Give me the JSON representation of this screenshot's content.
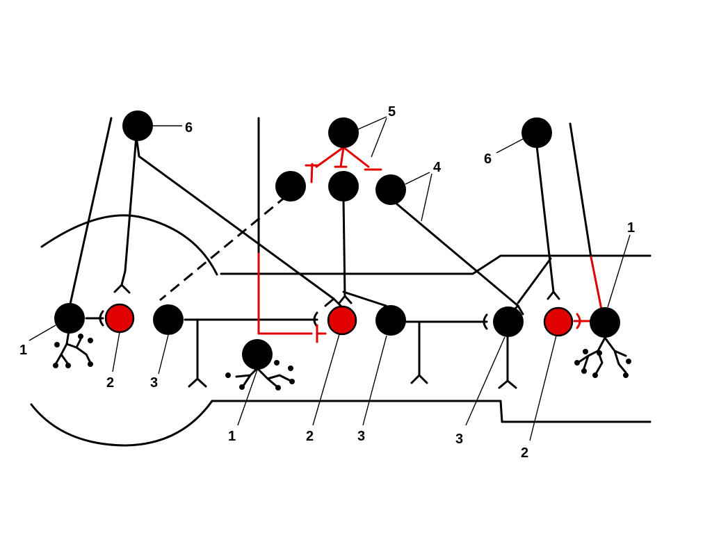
{
  "labels": {
    "l1_left": "1",
    "l2_left": "2",
    "l3_left": "3",
    "l1_mid": "1",
    "l2_mid": "2",
    "l3_mid": "3",
    "l3_right": "3",
    "l2_right": "2",
    "l1_right": "1",
    "l4": "4",
    "l5": "5",
    "l6_left": "6",
    "l6_right": "6"
  },
  "colors": {
    "neuron": "#000000",
    "highlight": "#e00000",
    "background": "#ffffff"
  }
}
